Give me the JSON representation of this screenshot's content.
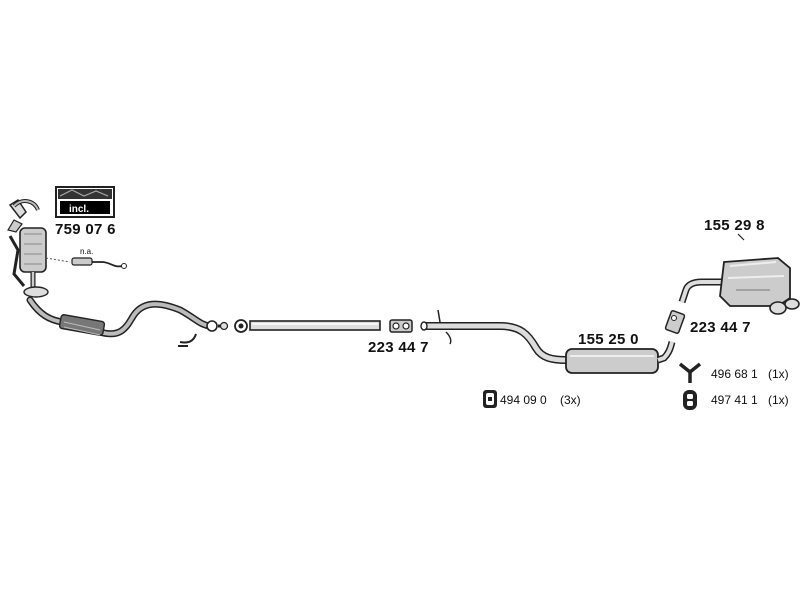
{
  "catalyst_part": {
    "number": "759 07 6",
    "kit_label": "incl."
  },
  "sensor_note": "n.a.",
  "connector_part_middle": "223 44 7",
  "middle_silencer_part": "155 25 0",
  "rear_silencer_part": "155 29 8",
  "connector_part_rear": "223 44 7",
  "hardware": [
    {
      "number": "494 09 0",
      "qty": "(3x)",
      "icon": "rubber-mount-icon"
    },
    {
      "number": "496 68 1",
      "qty": "(1x)",
      "icon": "hanger-icon"
    },
    {
      "number": "497 41 1",
      "qty": "(1x)",
      "icon": "rubber-ring-icon"
    }
  ]
}
